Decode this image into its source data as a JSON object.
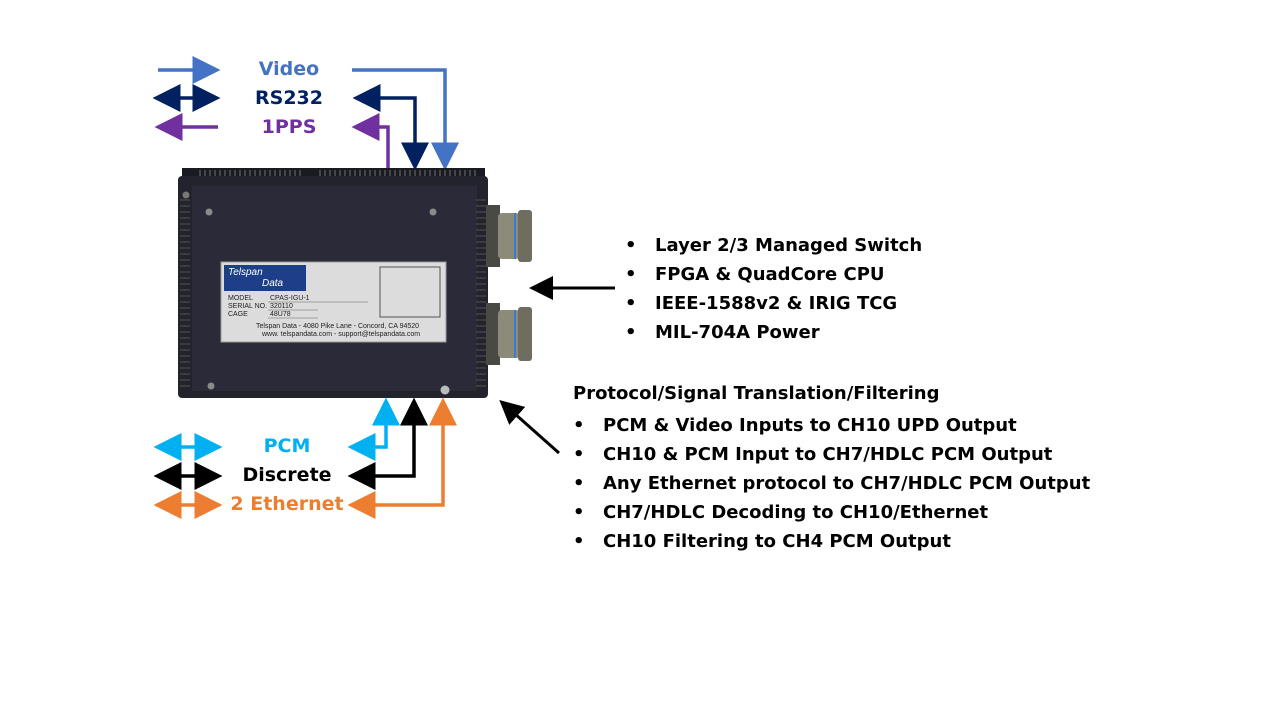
{
  "colors": {
    "video": "#4472C4",
    "rs232": "#002060",
    "pps": "#7030A0",
    "pcm": "#00B0F0",
    "discrete": "#000000",
    "ethernet": "#ED7D31",
    "device_body": "#23232e"
  },
  "top_signals": [
    {
      "label": "Video",
      "direction": "in"
    },
    {
      "label": "RS232",
      "direction": "bidirectional"
    },
    {
      "label": "1PPS",
      "direction": "out"
    }
  ],
  "bottom_signals": [
    {
      "label": "PCM",
      "direction": "bidirectional"
    },
    {
      "label": "Discrete",
      "direction": "bidirectional"
    },
    {
      "label": "2 Ethernet",
      "direction": "bidirectional"
    }
  ],
  "device": {
    "brand_line1": "Telspan",
    "brand_line2": "Data",
    "plate_labels": [
      "MODEL",
      "SERIAL NO.",
      "CAGE"
    ],
    "plate_values": [
      "CPAS-IGU-1",
      "320110",
      "48U78"
    ],
    "address_line": "Telspan Data - 4080 Pike Lane - Concord, CA  94520",
    "web_line": "www. telspandata.com - support@telspandata.com"
  },
  "features": [
    "Layer 2/3 Managed Switch",
    "FPGA & QuadCore CPU",
    "IEEE-1588v2 & IRIG TCG",
    "MIL-704A Power"
  ],
  "translation": {
    "title": "Protocol/Signal Translation/Filtering",
    "items": [
      "PCM & Video Inputs to CH10 UPD Output",
      "CH10 & PCM Input to CH7/HDLC PCM Output",
      "Any Ethernet protocol to CH7/HDLC PCM Output",
      "CH7/HDLC Decoding to CH10/Ethernet",
      "CH10 Filtering to CH4 PCM Output"
    ]
  },
  "bullet_char": "•"
}
